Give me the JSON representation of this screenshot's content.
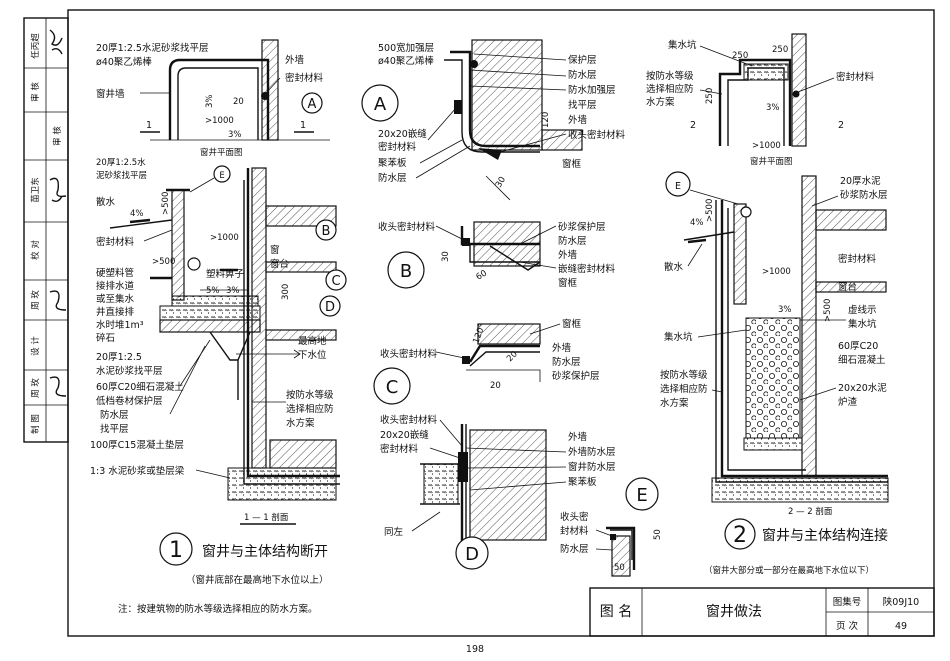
{
  "sidebar": {
    "rows": [
      {
        "role": "任丙超"
      },
      {
        "role": "审 核"
      },
      {
        "role": "审 核"
      },
      {
        "role": "苗卫东"
      },
      {
        "role": "校 对"
      },
      {
        "role": "周 玫"
      },
      {
        "role": "设 计"
      },
      {
        "role": "周 玫"
      },
      {
        "role": "制 图"
      }
    ]
  },
  "d1": {
    "plan": {
      "l1": "20厚1:2.5水泥砂浆找平层",
      "l2": "ø40聚乙烯棒",
      "l3": "窗井墙",
      "l4": "外墙",
      "l5": "密封材料",
      "d20": "20",
      "slope": "3%",
      "slope2": "3%",
      "dim": ">1000",
      "sec": "1",
      "sec2": "1",
      "caption": "窗井平面图",
      "badge": "A"
    },
    "section": {
      "a1": "20厚1:2.5水",
      "a2": "泥砂浆找平层",
      "a3": "散水",
      "a4": "4%",
      "a5": ">500",
      "a6": "密封材料",
      "a7": ">500",
      "a8": "硬塑料管",
      "a9": "接排水道",
      "a10": "或至集水",
      "a11": "井直接排",
      "a12": "水时堆1m³",
      "a13": "碎石",
      "a14": "塑料箅子",
      "a15": "5%",
      "a16": "3%",
      "a17": ">1000",
      "a18": "窗",
      "a19": "窗台",
      "a20": "300",
      "a21": "最高地",
      "a22": "下水位",
      "b1": "20厚1:2.5",
      "b2": "水泥砂浆找平层",
      "b3": "60厚C20细石混凝土",
      "b4": "低档卷材保护层",
      "b5": "防水层",
      "b6": "找平层",
      "b7": "100厚C15混凝土垫层",
      "b8": "1:3 水泥砂浆或垫层梁",
      "c1": "按防水等级",
      "c2": "选择相应防",
      "c3": "水方案",
      "caption": "1 — 1 剖面",
      "bE": "E",
      "bB": "B",
      "bC": "C",
      "bD": "D"
    },
    "num": "1",
    "title": "窗井与主体结构断开",
    "subtitle": "（窗井底部在最高地下水位以上）"
  },
  "note": "注：按建筑物的防水等级选择相应的防水方案。",
  "detA": {
    "l1": "500宽加强层",
    "l2": "ø40聚乙烯棒",
    "l3": "20x20嵌缝",
    "l4": "密封材料",
    "l5": "聚苯板",
    "l6": "防水层",
    "r1": "保护层",
    "r2": "防水层",
    "r3": "防水加强层",
    "r4": "找平层",
    "r5": "外墙",
    "r6": "收头密封材料",
    "r7": "窗框",
    "d120": "120",
    "d30": "30",
    "badge": "A"
  },
  "detB": {
    "l1": "收头密封材料",
    "d30": "30",
    "d60": "60",
    "r1": "砂浆保护层",
    "r2": "防水层",
    "r3": "外墙",
    "r4": "嵌缝密封材料",
    "r5": "窗框",
    "badge": "B"
  },
  "detC": {
    "l1": "收头密封材料",
    "d120": "120°",
    "d20": "20",
    "d20b": "20",
    "r1": "窗框",
    "r2": "外墙",
    "r3": "防水层",
    "r4": "砂浆保护层",
    "badge": "C"
  },
  "detD": {
    "l1": "收头密封材料",
    "l2": "20x20嵌缝",
    "l3": "密封材料",
    "l4": "同左",
    "r1": "外墙",
    "r2": "外墙防水层",
    "r3": "窗井防水层",
    "r4": "聚苯板",
    "badge": "D"
  },
  "detE": {
    "l1": "收头密",
    "l2": "封材料",
    "l3": "防水层",
    "d50": "50",
    "d50b": "50",
    "badge": "E"
  },
  "d2": {
    "plan": {
      "l1": "集水坑",
      "l2": "按防水等级",
      "l3": "选择相应防",
      "l4": "水方案",
      "l5": "密封材料",
      "d250a": "250",
      "d250b": "250",
      "d250c": "250",
      "slope": "3%",
      "dim": ">1000",
      "sec": "2",
      "sec2": "2",
      "caption": "窗井平面图"
    },
    "section": {
      "r1": "20厚水泥",
      "r2": "砂浆防水层",
      "a4": "4%",
      "a5": ">500",
      "a6": "散水",
      "r3": "密封材料",
      "dim": ">1000",
      "r4": "窗台",
      "slope": "3%",
      "r5": "虚线示",
      "r6": "集水坑",
      "d500": ">500",
      "l1": "集水坑",
      "r7": "60厚C20",
      "r8": "细石混凝土",
      "l2": "按防水等级",
      "l3": "选择相应防",
      "l4": "水方案",
      "r9": "20x20水泥",
      "r10": "炉渣",
      "caption": "2 — 2 剖面",
      "bE": "E"
    },
    "num": "2",
    "title": "窗井与主体结构连接",
    "subtitle": "（窗井大部分或一部分在最高地下水位以下）"
  },
  "titleblock": {
    "name_label": "图 名",
    "name": "窗井做法",
    "set_label": "图集号",
    "set": "陕09J10",
    "page_label": "页 次",
    "page": "49"
  },
  "page_number": "198"
}
